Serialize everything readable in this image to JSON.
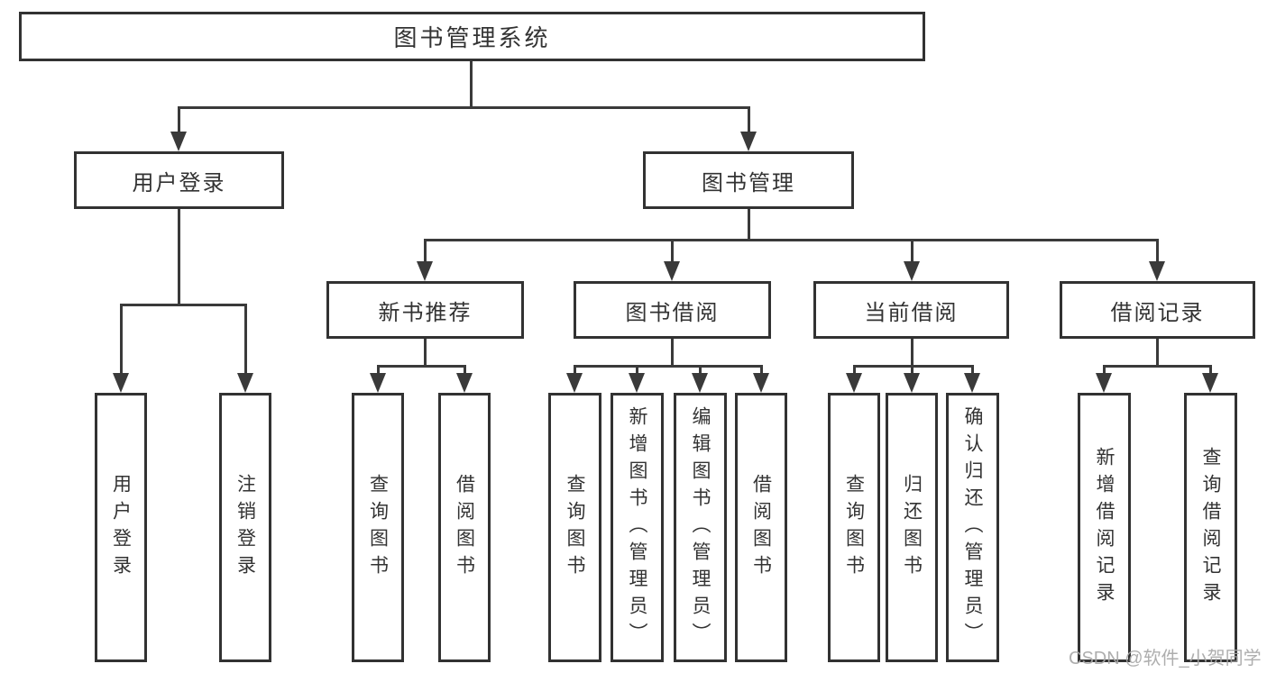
{
  "diagram": {
    "root": {
      "label": "图书管理系统"
    },
    "level2": [
      {
        "id": "user-login",
        "label": "用户登录",
        "parent": "图书管理系统"
      },
      {
        "id": "book-management",
        "label": "图书管理",
        "parent": "图书管理系统"
      }
    ],
    "level3": [
      {
        "id": "new-book-recommend",
        "label": "新书推荐",
        "parent": "图书管理"
      },
      {
        "id": "book-borrowing",
        "label": "图书借阅",
        "parent": "图书管理"
      },
      {
        "id": "current-borrowing",
        "label": "当前借阅",
        "parent": "图书管理"
      },
      {
        "id": "borrowing-records",
        "label": "借阅记录",
        "parent": "图书管理"
      }
    ],
    "leaves": [
      {
        "label": "用户登录",
        "parent": "用户登录"
      },
      {
        "label": "注销登录",
        "parent": "用户登录"
      },
      {
        "label": "查询图书",
        "parent": "新书推荐"
      },
      {
        "label": "借阅图书",
        "parent": "新书推荐"
      },
      {
        "label": "查询图书",
        "parent": "图书借阅"
      },
      {
        "label": "新增图书（管理员）",
        "parent": "图书借阅"
      },
      {
        "label": "编辑图书（管理员）",
        "parent": "图书借阅"
      },
      {
        "label": "借阅图书",
        "parent": "图书借阅"
      },
      {
        "label": "查询图书",
        "parent": "当前借阅"
      },
      {
        "label": "归还图书",
        "parent": "当前借阅"
      },
      {
        "label": "确认归还（管理员）",
        "parent": "当前借阅"
      },
      {
        "label": "新增借阅记录",
        "parent": "借阅记录"
      },
      {
        "label": "查询借阅记录",
        "parent": "借阅记录"
      }
    ],
    "watermark": "CSDN @软件_小贺同学",
    "colors": {
      "line": "#3a3a3a",
      "box_border": "#323232",
      "text": "#333333",
      "watermark": "#a7a7a7",
      "background": "#ffffff"
    }
  }
}
